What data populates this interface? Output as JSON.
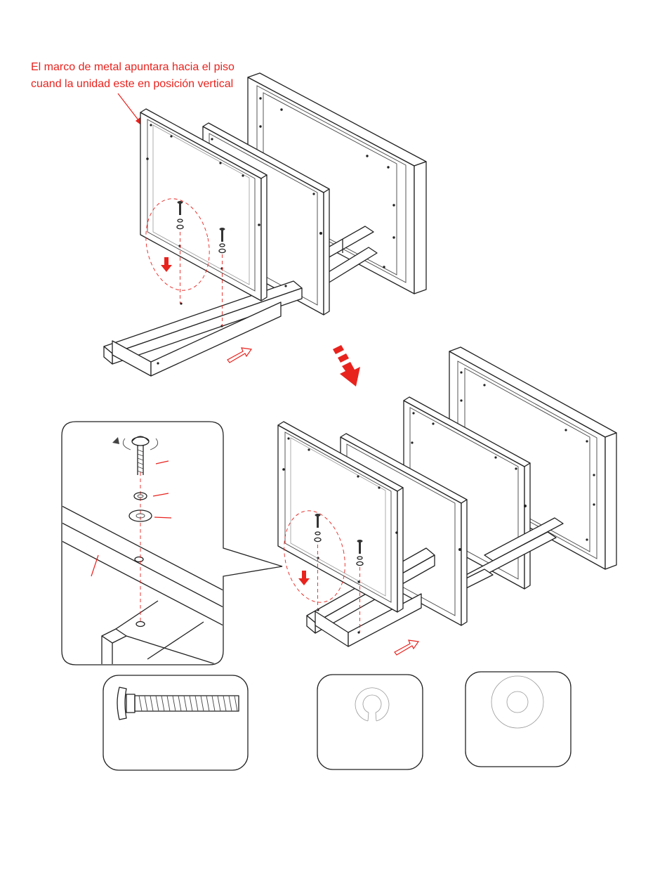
{
  "note": {
    "line1": "El marco de metal apuntara hacia el piso",
    "line2": "cuand la unidad este en posición vertical"
  },
  "colors": {
    "accent": "#e8231e",
    "line": "#222222",
    "background": "#ffffff"
  },
  "icons": {
    "step_arrow": "arrow-down-right-icon",
    "insert_arrow": "arrow-up-right-icon",
    "press_arrow": "arrow-down-icon",
    "rotate": "rotate-clockwise-icon"
  },
  "parts": [
    {
      "name": "bolt"
    },
    {
      "name": "lock-washer"
    },
    {
      "name": "flat-washer"
    }
  ]
}
